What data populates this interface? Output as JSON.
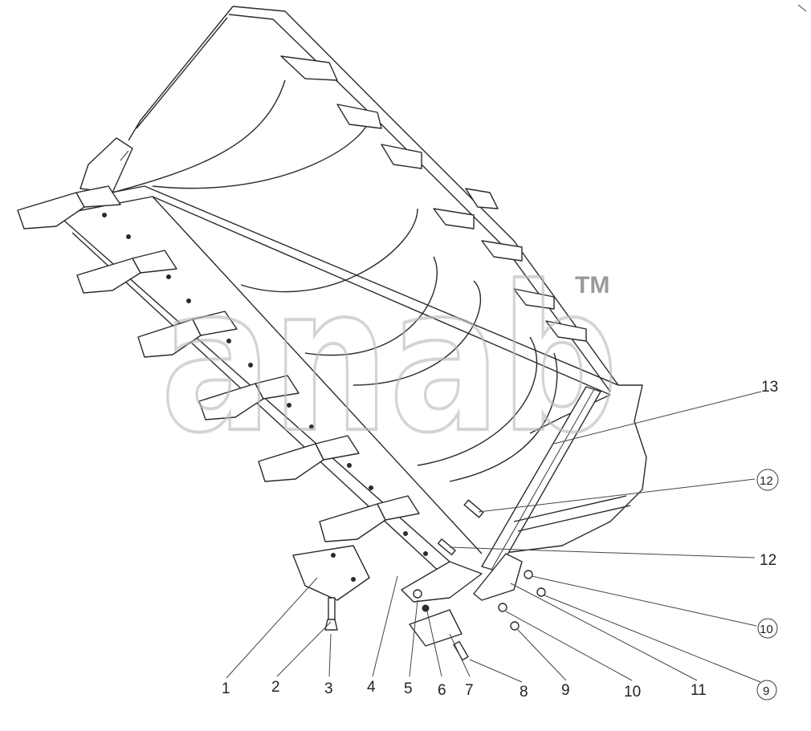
{
  "watermark": {
    "text": "anab",
    "trademark": "TM"
  },
  "callouts": [
    {
      "id": "c1",
      "label": "1",
      "circled": false
    },
    {
      "id": "c2",
      "label": "2",
      "circled": false
    },
    {
      "id": "c3",
      "label": "3",
      "circled": false
    },
    {
      "id": "c4",
      "label": "4",
      "circled": false
    },
    {
      "id": "c5",
      "label": "5",
      "circled": false
    },
    {
      "id": "c6",
      "label": "6",
      "circled": false
    },
    {
      "id": "c7",
      "label": "7",
      "circled": false
    },
    {
      "id": "c8",
      "label": "8",
      "circled": false
    },
    {
      "id": "c9",
      "label": "9",
      "circled": false
    },
    {
      "id": "c10",
      "label": "10",
      "circled": false
    },
    {
      "id": "c11",
      "label": "11",
      "circled": false
    },
    {
      "id": "c9b",
      "label": "9",
      "circled": true
    },
    {
      "id": "c10b",
      "label": "10",
      "circled": true
    },
    {
      "id": "c12",
      "label": "12",
      "circled": false
    },
    {
      "id": "c12b",
      "label": "12",
      "circled": true
    },
    {
      "id": "c13",
      "label": "13",
      "circled": false
    }
  ]
}
